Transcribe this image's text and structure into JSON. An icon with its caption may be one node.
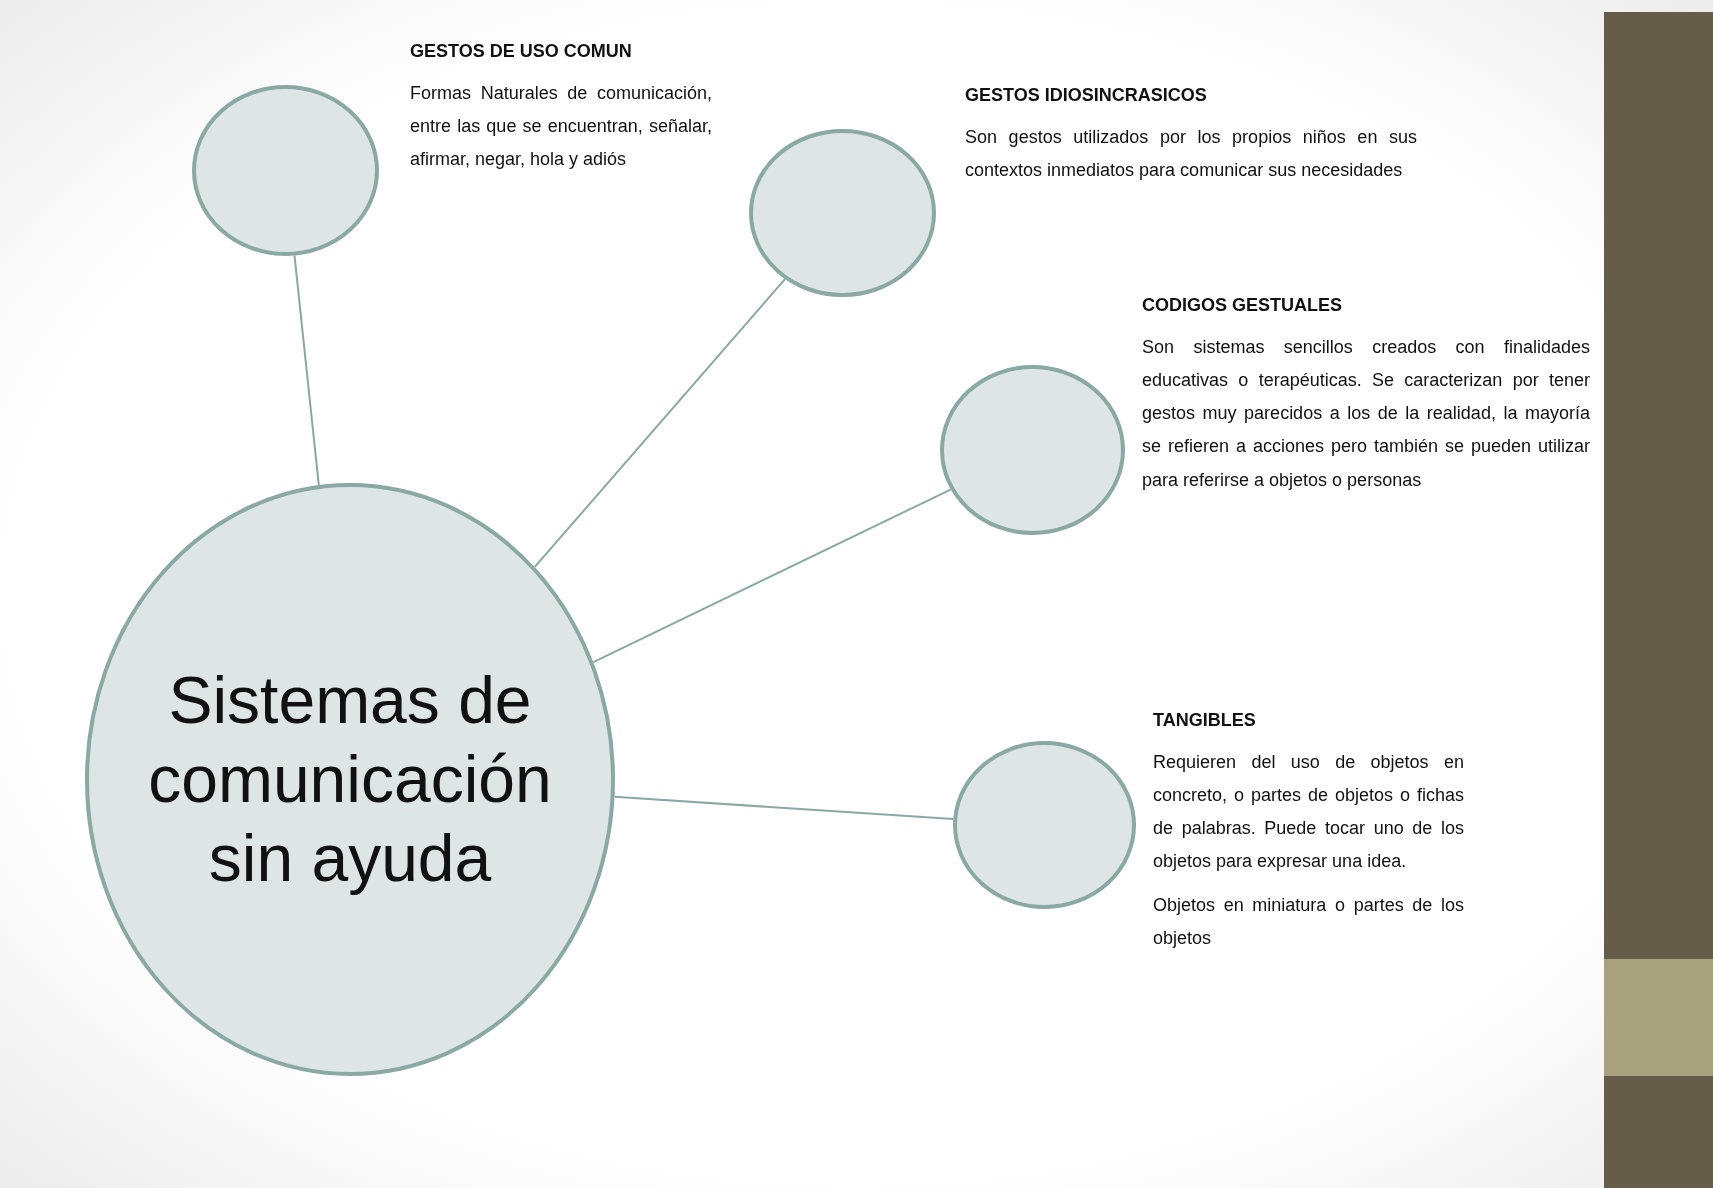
{
  "diagram": {
    "nodes": [
      {
        "text": [
          "Sistemas de comunicación sin ayuda"
        ]
      },
      {
        "text": [],
        "shape": "circle",
        "beside": [
          "GESTOS  DE USO COMUN",
          "Formas Naturales de comunicación, entre las que se encuentran, señalar, afirmar, negar, hola y adiós"
        ]
      },
      {
        "text": [],
        "shape": "circle",
        "beside": [
          "GESTOS  IDIOSINCRASICOS",
          "Son gestos utilizados por los propios niños en sus contextos inmediatos para comunicar sus necesidades"
        ]
      },
      {
        "text": [],
        "shape": "circle",
        "beside": [
          "CODIGOS GESTUALES",
          "Son sistemas sencillos creados con finalidades educativas o terapéuticas. Se caracterizan por tener gestos muy parecidos a los de la realidad, la mayoría se refieren a acciones pero también se pueden utilizar para referirse a objetos o  personas"
        ]
      },
      {
        "text": [],
        "shape": "circle",
        "beside": [
          "TANGIBLES",
          "Requieren del uso de objetos en concreto, o partes de objetos o fichas de palabras. Puede tocar uno de los objetos para expresar una idea.",
          "Objetos en miniatura o partes de los objetos"
        ]
      }
    ],
    "edges": [
      {
        "from": 0,
        "to": 1,
        "arrow": "none"
      },
      {
        "from": 0,
        "to": 2,
        "arrow": "none"
      },
      {
        "from": 0,
        "to": 3,
        "arrow": "none"
      },
      {
        "from": 0,
        "to": 4,
        "arrow": "none"
      }
    ]
  }
}
